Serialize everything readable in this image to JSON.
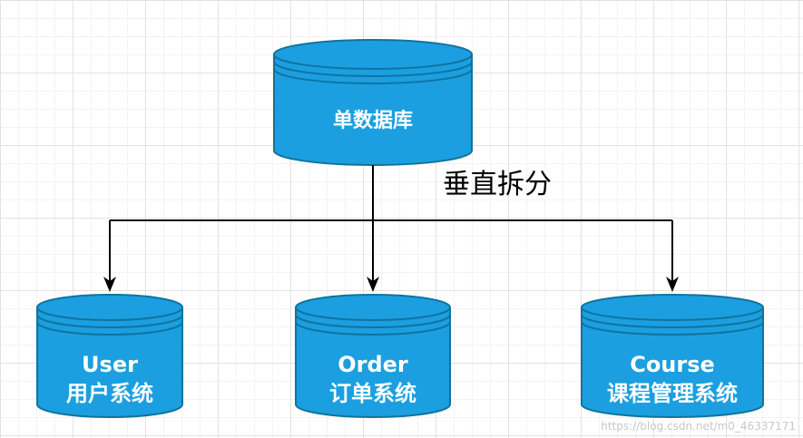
{
  "colors": {
    "db_fill": "#1b9fe0",
    "db_stroke": "#10739e",
    "arrow": "#000000"
  },
  "databases": {
    "main": {
      "label": "单数据库"
    },
    "user": {
      "title": "User",
      "subtitle": "用户系统"
    },
    "order": {
      "title": "Order",
      "subtitle": "订单系统"
    },
    "course": {
      "title": "Course",
      "subtitle": "课程管理系统"
    }
  },
  "split_label": "垂直拆分",
  "watermark": "https://blog.csdn.net/m0_46337171"
}
